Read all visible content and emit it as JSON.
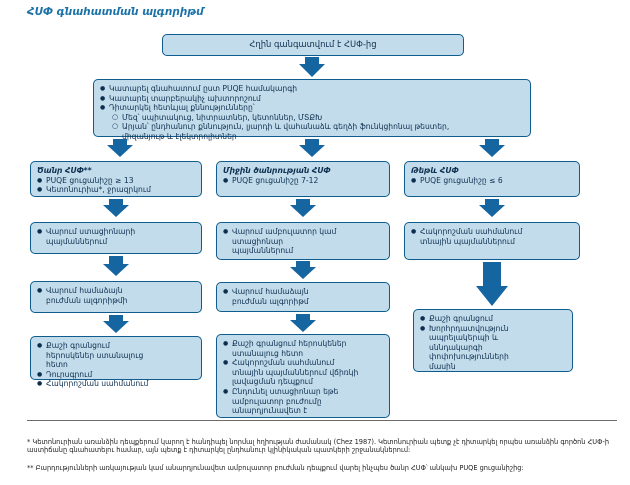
{
  "title": "ՀՍՓ գնահատման ալգորիթմ",
  "top_box": "Հղին գանգատվում է ՀՍՓ-ից",
  "assess": {
    "items": [
      "Կատարել գնահատում ըստ PUQE համակարգի",
      "Կատարել տարբերակիչ ախտորոշում",
      "Դիտարկել հետևյալ քննությունները՝"
    ],
    "subitems": [
      "Մեզ՝ սպիտակուց, նիտրատներ, կետոններ, ՄՏՔԽ",
      "Արյան՝ ընդհանուր քննություն, լյարդի և վահանաձև գեղձի ֆունկցիոնալ թեստեր, միզանյութ և էլեկտրոլիտներ"
    ]
  },
  "columns": [
    {
      "head": "Ծանր ՀՍՓ**",
      "items": [
        "PUQE ցուցանիշը ≥ 13",
        "Կետոնուրիա*, ջրազրկում"
      ],
      "steps": [
        [
          "Վարում ստացիոնարի պայմաններում"
        ],
        [
          "Վարում համաձայն բուժման ալգորիթմի"
        ],
        [
          "Քաշի գրանցում հերոսկեներ ստանալուց հետո",
          "Դուրսգրում",
          "Հակորոշման սահմանում"
        ]
      ]
    },
    {
      "head": "Միջին ծանրության ՀՍՓ",
      "items": [
        "PUQE ցուցանիշը 7-12"
      ],
      "steps": [
        [
          "Վարում ամբուլատոր կամ ստացիոնար պայմաններում"
        ],
        [
          "Վարում համաձայն բուժման ալգորիթմ"
        ],
        [
          "Քաշի գրանցում հերոսկեներ ստանալուց հետո",
          "Հակորոշման սահմանում տնային պայմաններում վճիռկի լավացման դեպքում",
          "Ընդունել ստացիոնար եթե ամբուլատոր բուժումը անարդյունավետ է"
        ]
      ]
    },
    {
      "head": "Թեթև ՀՍՓ",
      "items": [
        "PUQE ցուցանիշը ≤ 6"
      ],
      "steps": [
        [
          "Հակորոշման սահմանում տնային պայմաններում"
        ],
        [
          "Քաշի գրանցում",
          "Խորհրդատվություն ապրելակերպի և սննդակարգի փոփոխությունների մասին"
        ]
      ]
    }
  ],
  "footnotes": [
    "* Կետոնուրիան առանձին դեպքերում կարող է հանդիպել նորմալ հղիության ժամանակ (Chez 1987). Կետոնուրիան պետք չէ դիտարկել որպես առանձին գործոն ՀՍՓ-ի աստիճանը գնահատելու համար, այն պետք է դիտարկել ընդհանուր կլինիկական պատկերի շրջանակներում:",
    "** Բարդությունների առկայության կամ անարդյունավետ ամբուլատոր բուժման դեպքում վարել ինչպես ծանր ՀՍՓ՝ անկախ PUQE ցուցանիշից:"
  ]
}
